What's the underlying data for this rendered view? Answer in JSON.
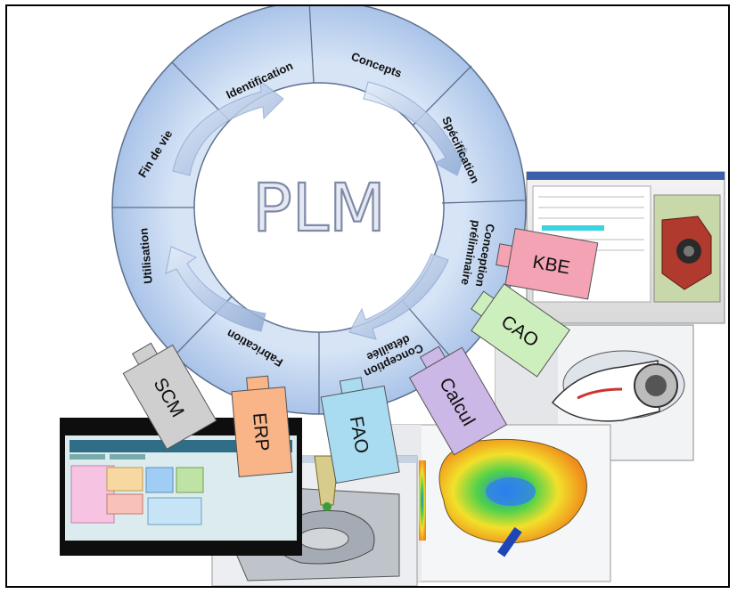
{
  "center": {
    "title": "PLM"
  },
  "stages": [
    {
      "key": "identification",
      "label": "Identification"
    },
    {
      "key": "concepts",
      "label": "Concepts"
    },
    {
      "key": "specification",
      "label": "Spécification"
    },
    {
      "key": "conception_preliminaire",
      "label": "Conception",
      "label2": "préliminaire"
    },
    {
      "key": "conception_detaillee",
      "label": "Conception",
      "label2": "détaillée"
    },
    {
      "key": "fabrication",
      "label": "Fabrication"
    },
    {
      "key": "utilisation",
      "label": "Utilisation"
    },
    {
      "key": "fin_de_vie",
      "label": "Fin de vie"
    }
  ],
  "tools": [
    {
      "key": "kbe",
      "label": "KBE",
      "color": "#f3a3b4"
    },
    {
      "key": "cao",
      "label": "CAO",
      "color": "#cdeebd"
    },
    {
      "key": "calcul",
      "label": "Calcul",
      "color": "#ccb8e6"
    },
    {
      "key": "fao",
      "label": "FAO",
      "color": "#a9dcf0"
    },
    {
      "key": "erp",
      "label": "ERP",
      "color": "#f9b487"
    },
    {
      "key": "scm",
      "label": "SCM",
      "color": "#cfcfcf"
    }
  ],
  "colors": {
    "ring": "#bcd2ee",
    "ring_edge": "#5d6f8e",
    "inner": "#ffffff",
    "arrow": "#8ea9d4"
  }
}
